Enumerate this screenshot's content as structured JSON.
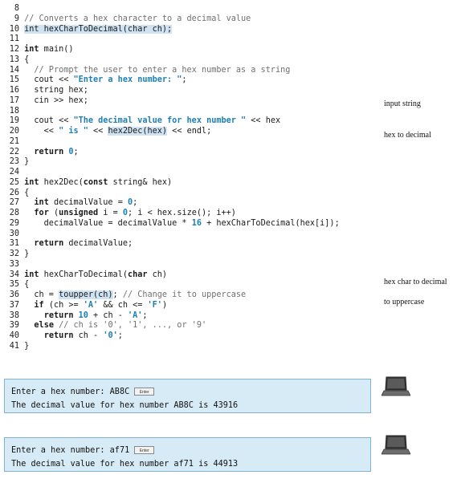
{
  "code_lines": [
    {
      "n": "8",
      "segs": [
        {
          "t": "",
          "c": ""
        }
      ]
    },
    {
      "n": "9",
      "segs": [
        {
          "t": "// Converts a hex character to a decimal value",
          "c": "cm"
        }
      ]
    },
    {
      "n": "10",
      "segs": [
        {
          "t": "int hexCharToDecimal(char ch);",
          "c": "hlkw"
        }
      ]
    },
    {
      "n": "11",
      "segs": [
        {
          "t": "",
          "c": ""
        }
      ]
    },
    {
      "n": "12",
      "segs": [
        {
          "t": "int",
          "c": "kw"
        },
        {
          "t": " main()",
          "c": ""
        }
      ]
    },
    {
      "n": "13",
      "segs": [
        {
          "t": "{",
          "c": ""
        }
      ]
    },
    {
      "n": "14",
      "segs": [
        {
          "t": "  // Prompt the user to enter a hex number as a string",
          "c": "cm"
        }
      ]
    },
    {
      "n": "15",
      "segs": [
        {
          "t": "  cout << ",
          "c": ""
        },
        {
          "t": "\"Enter a hex number: \"",
          "c": "str"
        },
        {
          "t": ";",
          "c": ""
        }
      ]
    },
    {
      "n": "16",
      "segs": [
        {
          "t": "  string hex;",
          "c": ""
        }
      ]
    },
    {
      "n": "17",
      "segs": [
        {
          "t": "  cin >> hex;",
          "c": ""
        }
      ]
    },
    {
      "n": "18",
      "segs": [
        {
          "t": "",
          "c": ""
        }
      ]
    },
    {
      "n": "19",
      "segs": [
        {
          "t": "  cout << ",
          "c": ""
        },
        {
          "t": "\"The decimal value for hex number \"",
          "c": "str"
        },
        {
          "t": " << hex",
          "c": ""
        }
      ]
    },
    {
      "n": "20",
      "segs": [
        {
          "t": "    << ",
          "c": ""
        },
        {
          "t": "\" is \"",
          "c": "str"
        },
        {
          "t": " << ",
          "c": ""
        },
        {
          "t": "hex2Dec(hex)",
          "c": "hl"
        },
        {
          "t": " << endl;",
          "c": ""
        }
      ]
    },
    {
      "n": "21",
      "segs": [
        {
          "t": "",
          "c": ""
        }
      ]
    },
    {
      "n": "22",
      "segs": [
        {
          "t": "  ",
          "c": ""
        },
        {
          "t": "return",
          "c": "kw"
        },
        {
          "t": " ",
          "c": ""
        },
        {
          "t": "0",
          "c": "num"
        },
        {
          "t": ";",
          "c": ""
        }
      ]
    },
    {
      "n": "23",
      "segs": [
        {
          "t": "}",
          "c": ""
        }
      ]
    },
    {
      "n": "24",
      "segs": [
        {
          "t": "",
          "c": ""
        }
      ]
    },
    {
      "n": "25",
      "segs": [
        {
          "t": "int",
          "c": "kw"
        },
        {
          "t": " hex2Dec(",
          "c": ""
        },
        {
          "t": "const",
          "c": "kw"
        },
        {
          "t": " string& hex)",
          "c": ""
        }
      ]
    },
    {
      "n": "26",
      "segs": [
        {
          "t": "{",
          "c": ""
        }
      ]
    },
    {
      "n": "27",
      "segs": [
        {
          "t": "  ",
          "c": ""
        },
        {
          "t": "int",
          "c": "kw"
        },
        {
          "t": " decimalValue = ",
          "c": ""
        },
        {
          "t": "0",
          "c": "num"
        },
        {
          "t": ";",
          "c": ""
        }
      ]
    },
    {
      "n": "28",
      "segs": [
        {
          "t": "  ",
          "c": ""
        },
        {
          "t": "for",
          "c": "kw"
        },
        {
          "t": " (",
          "c": ""
        },
        {
          "t": "unsigned",
          "c": "kw"
        },
        {
          "t": " i = ",
          "c": ""
        },
        {
          "t": "0",
          "c": "num"
        },
        {
          "t": "; i < hex.size(); i++)",
          "c": ""
        }
      ]
    },
    {
      "n": "29",
      "segs": [
        {
          "t": "    decimalValue = decimalValue * ",
          "c": ""
        },
        {
          "t": "16",
          "c": "num"
        },
        {
          "t": " + hexCharToDecimal(hex[i]);",
          "c": ""
        }
      ]
    },
    {
      "n": "30",
      "segs": [
        {
          "t": "",
          "c": ""
        }
      ]
    },
    {
      "n": "31",
      "segs": [
        {
          "t": "  ",
          "c": ""
        },
        {
          "t": "return",
          "c": "kw"
        },
        {
          "t": " decimalValue;",
          "c": ""
        }
      ]
    },
    {
      "n": "32",
      "segs": [
        {
          "t": "}",
          "c": ""
        }
      ]
    },
    {
      "n": "33",
      "segs": [
        {
          "t": "",
          "c": ""
        }
      ]
    },
    {
      "n": "34",
      "segs": [
        {
          "t": "int",
          "c": "kw"
        },
        {
          "t": " hexCharToDecimal(",
          "c": ""
        },
        {
          "t": "char",
          "c": "kw"
        },
        {
          "t": " ch)",
          "c": ""
        }
      ]
    },
    {
      "n": "35",
      "segs": [
        {
          "t": "{",
          "c": ""
        }
      ]
    },
    {
      "n": "36",
      "segs": [
        {
          "t": "  ch = ",
          "c": ""
        },
        {
          "t": "toupper(ch)",
          "c": "hl"
        },
        {
          "t": "; ",
          "c": ""
        },
        {
          "t": "// Change it to uppercase",
          "c": "cm"
        }
      ]
    },
    {
      "n": "37",
      "segs": [
        {
          "t": "  ",
          "c": ""
        },
        {
          "t": "if",
          "c": "kw"
        },
        {
          "t": " (ch >= ",
          "c": ""
        },
        {
          "t": "'A'",
          "c": "str"
        },
        {
          "t": " && ch <= ",
          "c": ""
        },
        {
          "t": "'F'",
          "c": "str"
        },
        {
          "t": ")",
          "c": ""
        }
      ]
    },
    {
      "n": "38",
      "segs": [
        {
          "t": "    ",
          "c": ""
        },
        {
          "t": "return",
          "c": "kw"
        },
        {
          "t": " ",
          "c": ""
        },
        {
          "t": "10",
          "c": "num"
        },
        {
          "t": " + ch - ",
          "c": ""
        },
        {
          "t": "'A'",
          "c": "str"
        },
        {
          "t": ";",
          "c": ""
        }
      ]
    },
    {
      "n": "39",
      "segs": [
        {
          "t": "  ",
          "c": ""
        },
        {
          "t": "else",
          "c": "kw"
        },
        {
          "t": " ",
          "c": ""
        },
        {
          "t": "// ch is '0', '1', ..., or '9'",
          "c": "cm"
        }
      ]
    },
    {
      "n": "40",
      "segs": [
        {
          "t": "    ",
          "c": ""
        },
        {
          "t": "return",
          "c": "kw"
        },
        {
          "t": " ch - ",
          "c": ""
        },
        {
          "t": "'0'",
          "c": "str"
        },
        {
          "t": ";",
          "c": ""
        }
      ]
    },
    {
      "n": "41",
      "segs": [
        {
          "t": "}",
          "c": ""
        }
      ]
    }
  ],
  "annotations": [
    {
      "line": "17",
      "text": "input string"
    },
    {
      "line": "20",
      "text": "hex to decimal"
    },
    {
      "line": "34",
      "text": "hex char to decimal"
    },
    {
      "line": "36",
      "text": "to uppercase"
    }
  ],
  "console_runs": [
    {
      "prompt": "Enter a hex number: ",
      "input": "AB8C",
      "enter_key": "Enter",
      "output": "The decimal value for hex number AB8C is 43916"
    },
    {
      "prompt": "Enter a hex number: ",
      "input": "af71",
      "enter_key": "Enter",
      "output": "The decimal value for hex number af71 is 44913"
    }
  ],
  "icons": [
    "laptop-icon"
  ],
  "colors": {
    "string_literal": "#1d7fb5",
    "highlight": "#cfe3f2",
    "console_bg": "#d6ebf6",
    "console_border": "#7fb3d3"
  }
}
